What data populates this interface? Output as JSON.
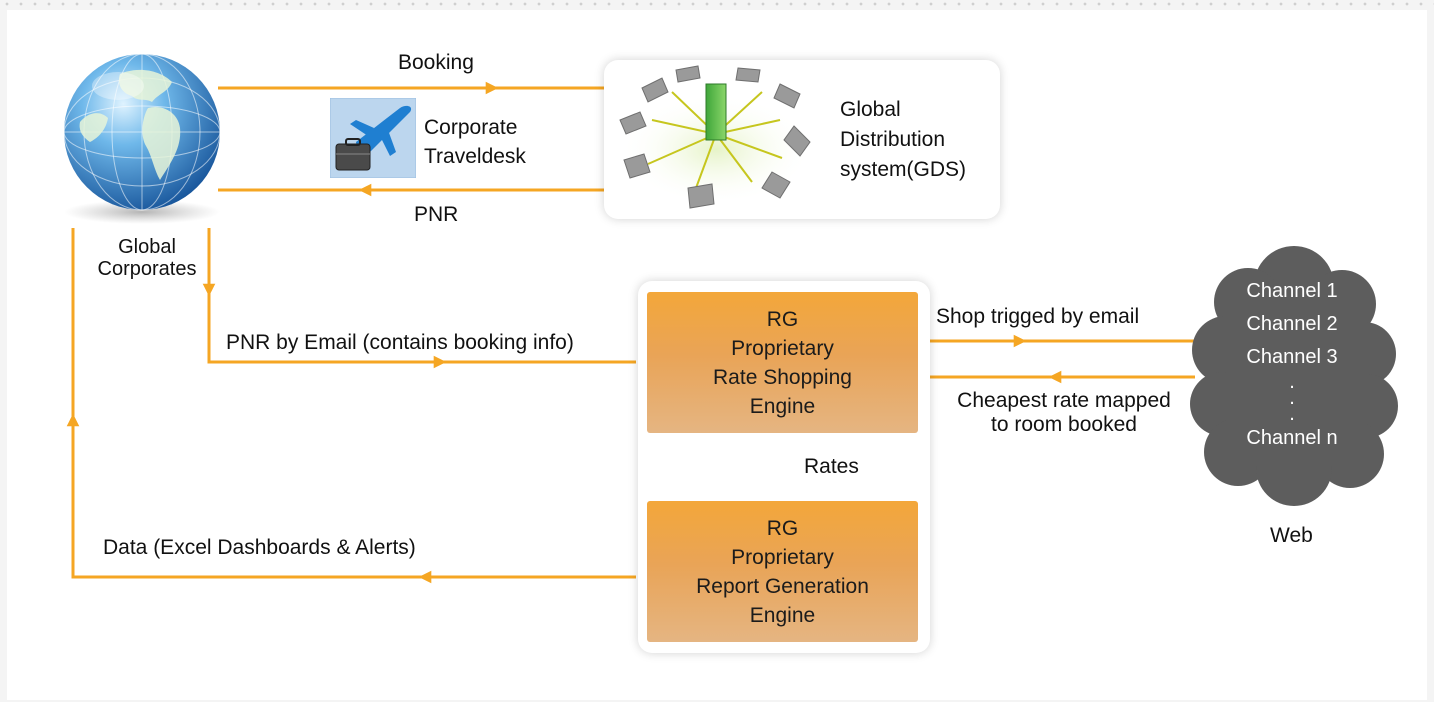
{
  "diagram": {
    "nodes": {
      "global_corporates": {
        "label": "Global\nCorporates"
      },
      "corporate_traveldesk": {
        "label": "Corporate\nTraveldesk"
      },
      "gds": {
        "label": "Global\nDistribution\nsystem(GDS)"
      },
      "rate_engine": {
        "lines": [
          "RG",
          "Proprietary",
          "Rate Shopping",
          "Engine"
        ]
      },
      "report_engine": {
        "lines": [
          "RG",
          "Proprietary",
          "Report Generation",
          "Engine"
        ]
      },
      "web": {
        "label": "Web",
        "channels": [
          "Channel 1",
          "Channel 2",
          "Channel 3",
          ".",
          ".",
          ".",
          "Channel n"
        ]
      }
    },
    "edges": {
      "booking": "Booking",
      "pnr": "PNR",
      "pnr_by_email": "PNR by Email (contains booking info)",
      "shop_trigger": "Shop trigged by email",
      "cheapest_rate": "Cheapest rate mapped\nto room booked",
      "rates": "Rates",
      "data": "Data (Excel Dashboards & Alerts)"
    },
    "colors": {
      "arrow": "#f5a623",
      "engine_fill": "#eea552",
      "cloud": "#5d5d5d",
      "globe": "#2a7fc4"
    }
  }
}
